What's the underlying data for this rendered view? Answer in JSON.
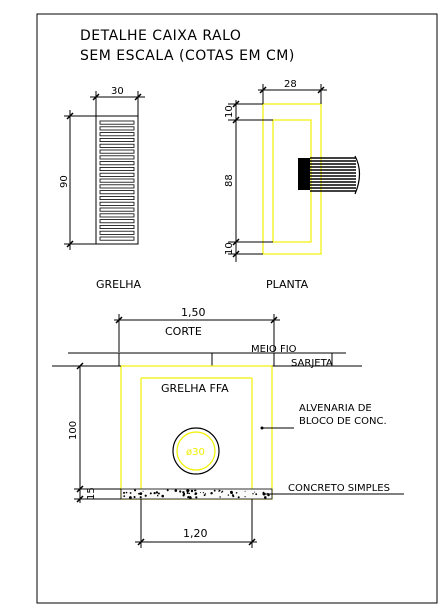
{
  "title_line1": "DETALHE CAIXA RALO",
  "title_line2": "SEM ESCALA (COTAS EM CM)",
  "grelha": {
    "label": "GRELHA",
    "width": "30",
    "height": "90"
  },
  "planta": {
    "label": "PLANTA",
    "width": "28",
    "top": "10",
    "middle": "88",
    "bottom": "10"
  },
  "corte": {
    "label": "CORTE",
    "top_width": "1,50",
    "bottom_width": "1,20",
    "height": "100",
    "base": "15",
    "meio_fio": "MEIO FIO",
    "sarjeta": "SARJETA",
    "grelha_ffa": "GRELHA FFA",
    "alvenaria_1": "ALVENARIA DE",
    "alvenaria_2": "BLOCO DE CONC.",
    "concreto": "CONCRETO SIMPLES",
    "pipe": "ø30"
  },
  "colors": {
    "outline": "#f0f000",
    "pipe_text": "#f0f000"
  }
}
